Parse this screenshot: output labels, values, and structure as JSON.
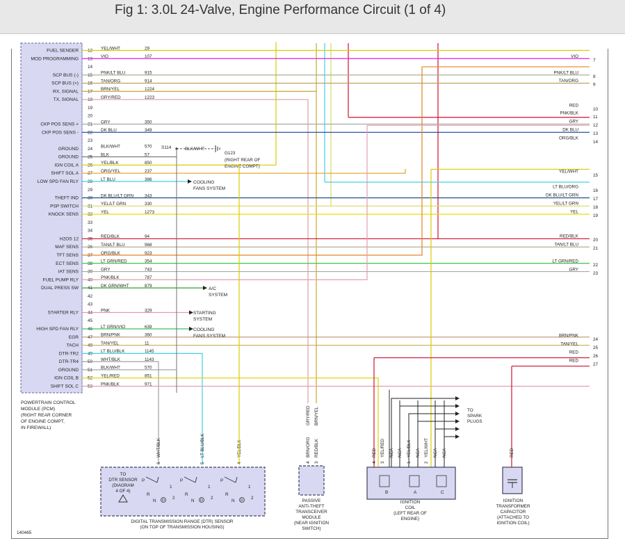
{
  "title": "Fig 1: 3.0L 24-Valve, Engine Performance Circuit (1 of 4)",
  "diagram_id": "140465",
  "pcm_label": [
    "POWERTRAIN CONTROL",
    "MODULE (PCM)",
    "(RIGHT REAR CORNER",
    "OF ENGINE COMPT,",
    "IN FIREWALL)"
  ],
  "pins": [
    {
      "pin": "12",
      "name": "FUEL SENDER",
      "color": "YEL/WHT",
      "circuit": "29",
      "stroke": "#d8cc00"
    },
    {
      "pin": "13",
      "name": "MOD PROGRAMMING",
      "color": "VIO",
      "circuit": "107",
      "stroke": "#e020e0"
    },
    {
      "pin": "14",
      "name": "",
      "color": "",
      "circuit": "",
      "stroke": ""
    },
    {
      "pin": "15",
      "name": "SCP BUS (-)",
      "color": "PNK/LT BLU",
      "circuit": "915",
      "stroke": "#a8b090"
    },
    {
      "pin": "16",
      "name": "SCP BUS (+)",
      "color": "TAN/ORG",
      "circuit": "914",
      "stroke": "#c0a060"
    },
    {
      "pin": "17",
      "name": "RX, SIGNAL",
      "color": "BRN/YEL",
      "circuit": "1224",
      "stroke": "#c8a830"
    },
    {
      "pin": "18",
      "name": "TX, SIGNAL",
      "color": "GRY/RED",
      "circuit": "1223",
      "stroke": "#d8a0a8"
    },
    {
      "pin": "19",
      "name": "",
      "color": "",
      "circuit": "",
      "stroke": ""
    },
    {
      "pin": "20",
      "name": "",
      "color": "",
      "circuit": "",
      "stroke": ""
    },
    {
      "pin": "21",
      "name": "CKP POS SENS +",
      "color": "GRY",
      "circuit": "350",
      "stroke": "#a8a8a8"
    },
    {
      "pin": "22",
      "name": "CKP POS SENS -",
      "color": "DK BLU",
      "circuit": "349",
      "stroke": "#1040a0"
    },
    {
      "pin": "23",
      "name": "",
      "color": "",
      "circuit": "",
      "stroke": ""
    },
    {
      "pin": "24",
      "name": "GROUND",
      "color": "BLK/WHT",
      "circuit": "570",
      "stroke": "#909090"
    },
    {
      "pin": "25",
      "name": "GROUND",
      "color": "BLK",
      "circuit": "57",
      "stroke": "#606060"
    },
    {
      "pin": "26",
      "name": "IGN COIL A",
      "color": "YEL/BLK",
      "circuit": "850",
      "stroke": "#d8cc00"
    },
    {
      "pin": "27",
      "name": "SHIFT SOL A",
      "color": "ORG/YEL",
      "circuit": "237",
      "stroke": "#e8a020"
    },
    {
      "pin": "28",
      "name": "LOW SPD FAN RLY",
      "color": "LT BLU",
      "circuit": "386",
      "stroke": "#40d0e0"
    },
    {
      "pin": "29",
      "name": "",
      "color": "",
      "circuit": "",
      "stroke": ""
    },
    {
      "pin": "30",
      "name": "THEFT IND",
      "color": "DK BLU/LT GRN",
      "circuit": "343",
      "stroke": "#104080"
    },
    {
      "pin": "31",
      "name": "PSP SWITCH",
      "color": "YEL/LT GRN",
      "circuit": "330",
      "stroke": "#d8d860"
    },
    {
      "pin": "32",
      "name": "KNOCK SENS",
      "color": "YEL",
      "circuit": "1273",
      "stroke": "#e8e000"
    },
    {
      "pin": "33",
      "name": "",
      "color": "",
      "circuit": "",
      "stroke": ""
    },
    {
      "pin": "34",
      "name": "",
      "color": "",
      "circuit": "",
      "stroke": ""
    },
    {
      "pin": "35",
      "name": "H2OS 12",
      "color": "RED/BLK",
      "circuit": "94",
      "stroke": "#d01030"
    },
    {
      "pin": "36",
      "name": "MAF SENS",
      "color": "TAN/LT BLU",
      "circuit": "968",
      "stroke": "#b0b090"
    },
    {
      "pin": "37",
      "name": "TFT SENS",
      "color": "ORG/BLK",
      "circuit": "923",
      "stroke": "#e88020"
    },
    {
      "pin": "38",
      "name": "ECT SENS",
      "color": "LT GRN/RED",
      "circuit": "354",
      "stroke": "#40c040"
    },
    {
      "pin": "39",
      "name": "IAT SENS",
      "color": "GRY",
      "circuit": "743",
      "stroke": "#a8a8a8"
    },
    {
      "pin": "40",
      "name": "FUEL PUMP RLY",
      "color": "PNK/BLK",
      "circuit": "787",
      "stroke": "#e0a0b0"
    },
    {
      "pin": "41",
      "name": "DUAL PRESS SW",
      "color": "DK GRN/WHT",
      "circuit": "879",
      "stroke": "#30a030"
    },
    {
      "pin": "42",
      "name": "",
      "color": "",
      "circuit": "",
      "stroke": ""
    },
    {
      "pin": "43",
      "name": "",
      "color": "",
      "circuit": "",
      "stroke": ""
    },
    {
      "pin": "44",
      "name": "STARTER RLY",
      "color": "PNK",
      "circuit": "329",
      "stroke": "#f090b0"
    },
    {
      "pin": "45",
      "name": "",
      "color": "",
      "circuit": "",
      "stroke": ""
    },
    {
      "pin": "46",
      "name": "HIGH SPD FAN RLY",
      "color": "LT GRN/VIO",
      "circuit": "639",
      "stroke": "#40c060"
    },
    {
      "pin": "47",
      "name": "EGR",
      "color": "BRN/PNK",
      "circuit": "360",
      "stroke": "#c09070"
    },
    {
      "pin": "48",
      "name": "TACH",
      "color": "TAN/YEL",
      "circuit": "11",
      "stroke": "#c8b050"
    },
    {
      "pin": "49",
      "name": "DTR-TR2",
      "color": "LT BLU/BLK",
      "circuit": "1145",
      "stroke": "#40d0e0"
    },
    {
      "pin": "50",
      "name": "DTR-TR4",
      "color": "WHT/BLK",
      "circuit": "1143",
      "stroke": "#a0a0a0"
    },
    {
      "pin": "51",
      "name": "GROUND",
      "color": "BLK/WHT",
      "circuit": "570",
      "stroke": "#909090"
    },
    {
      "pin": "52",
      "name": "IGN COIL B",
      "color": "YEL/RED",
      "circuit": "851",
      "stroke": "#e0d000"
    },
    {
      "pin": "53",
      "name": "SHIFT SOL C",
      "color": "PNK/BLK",
      "circuit": "971",
      "stroke": "#e0a0b0"
    }
  ],
  "right_wires": [
    {
      "num": "7",
      "color": "VIO",
      "stroke": "#e020e0"
    },
    {
      "num": "8",
      "color": "PNK/LT BLU",
      "stroke": "#a8b090"
    },
    {
      "num": "9",
      "color": "TAN/ORG",
      "stroke": "#c0a060"
    },
    {
      "num": "10",
      "color": "RED",
      "stroke": "#d01030"
    },
    {
      "num": "11",
      "color": "PNK/BLK",
      "stroke": "#e0a0b0"
    },
    {
      "num": "12",
      "color": "GRY",
      "stroke": "#a8a8a8"
    },
    {
      "num": "13",
      "color": "DK BLU",
      "stroke": "#1040a0"
    },
    {
      "num": "14",
      "color": "ORG/BLK",
      "stroke": "#e88020"
    },
    {
      "num": "15",
      "color": "YEL/WHT",
      "stroke": "#d8cc00"
    },
    {
      "num": "16",
      "color": "LT BLU/ORG",
      "stroke": "#40d0e0"
    },
    {
      "num": "17",
      "color": "DK BLU/LT GRN",
      "stroke": "#104080"
    },
    {
      "num": "18",
      "color": "YEL/LT GRN",
      "stroke": "#d8d860"
    },
    {
      "num": "19",
      "color": "YEL",
      "stroke": "#e8e000"
    },
    {
      "num": "20",
      "color": "RED/BLK",
      "stroke": "#d01030"
    },
    {
      "num": "21",
      "color": "TAN/LT BLU",
      "stroke": "#b0b090"
    },
    {
      "num": "22",
      "color": "LT GRN/RED",
      "stroke": "#40c040"
    },
    {
      "num": "23",
      "color": "GRY",
      "stroke": "#a8a8a8"
    },
    {
      "num": "24",
      "color": "BRN/PNK",
      "stroke": "#c09070"
    },
    {
      "num": "25",
      "color": "TAN/YEL",
      "stroke": "#c8b050"
    },
    {
      "num": "26",
      "color": "RED",
      "stroke": "#d01030"
    },
    {
      "num": "27",
      "color": "RED",
      "stroke": "#d01030"
    }
  ],
  "splice": "S114",
  "splice_wire": "BLK/WHT",
  "ground": {
    "id": "G123",
    "note": [
      "(RIGHT REAR OF",
      "ENGINE COMPT)"
    ]
  },
  "systems": {
    "cooling1": [
      "COOLING",
      "FANS SYSTEM"
    ],
    "ac": [
      "A/C",
      "SYSTEM"
    ],
    "starting": [
      "STARTING",
      "SYSTEM"
    ],
    "cooling2": [
      "COOLING",
      "FANS SYSTEM"
    ]
  },
  "dtr": {
    "caption": [
      "DIGITAL TRANSMISSION RANGE (DTR) SENSOR",
      "(ON TOP OF TRANSMISSION HOUSING)"
    ],
    "ref": [
      "TO",
      "DTR SENSOR",
      "(DIAGRAM",
      "4 OF 4)"
    ],
    "pins": [
      {
        "pin": "6",
        "color": "WHT/BLK",
        "stroke": "#a0a0a0"
      },
      {
        "pin": "5",
        "color": "LT BLU/BLK",
        "stroke": "#40d0e0"
      },
      {
        "pin": "4",
        "color": "YEL/BLK",
        "stroke": "#d8cc00"
      }
    ],
    "switch_letters": [
      "P",
      "R",
      "N",
      "D",
      "1",
      "2"
    ]
  },
  "pats": {
    "caption": [
      "PASSIVE",
      "ANTI-THEFT",
      "TRANSCEIVER",
      "MODULE",
      "(NEAR IGNITION",
      "SWITCH)"
    ],
    "top_wires": [
      "GRY/RED",
      "BRN/YEL"
    ],
    "pins": [
      {
        "pin": "4",
        "color": "BRN/ORG",
        "stroke": "#c09050"
      },
      {
        "pin": "3",
        "color": "RED/BLK",
        "stroke": "#d01030"
      }
    ]
  },
  "coil": {
    "caption": [
      "IGNITION",
      "COIL",
      "(LEFT REAR OF",
      "ENGINE)"
    ],
    "pins": [
      {
        "pin": "4",
        "color": "RED",
        "stroke": "#d01030"
      },
      {
        "pin": "3",
        "color": "YEL/RED",
        "stroke": "#e0d000"
      },
      {
        "pin": "",
        "color": "NCA",
        "stroke": "#333333"
      },
      {
        "pin": "",
        "color": "NCA",
        "stroke": "#333333"
      },
      {
        "pin": "1",
        "color": "YEL/BLK",
        "stroke": "#d8cc00"
      },
      {
        "pin": "",
        "color": "NCA",
        "stroke": "#333333"
      },
      {
        "pin": "2",
        "color": "YEL/WHT",
        "stroke": "#d8cc00"
      },
      {
        "pin": "",
        "color": "NCA",
        "stroke": "#333333"
      },
      {
        "pin": "",
        "color": "NCA",
        "stroke": "#333333"
      }
    ],
    "letters": [
      "B",
      "A",
      "C"
    ],
    "spark": [
      "TO",
      "SPARK",
      "PLUGS"
    ]
  },
  "capacitor": {
    "caption": [
      "IGNITION",
      "TRANSFORMER",
      "CAPACITOR",
      "(ATTACHED TO",
      "IGNITION COIL)"
    ],
    "wire": "RED",
    "stroke": "#d01030"
  }
}
